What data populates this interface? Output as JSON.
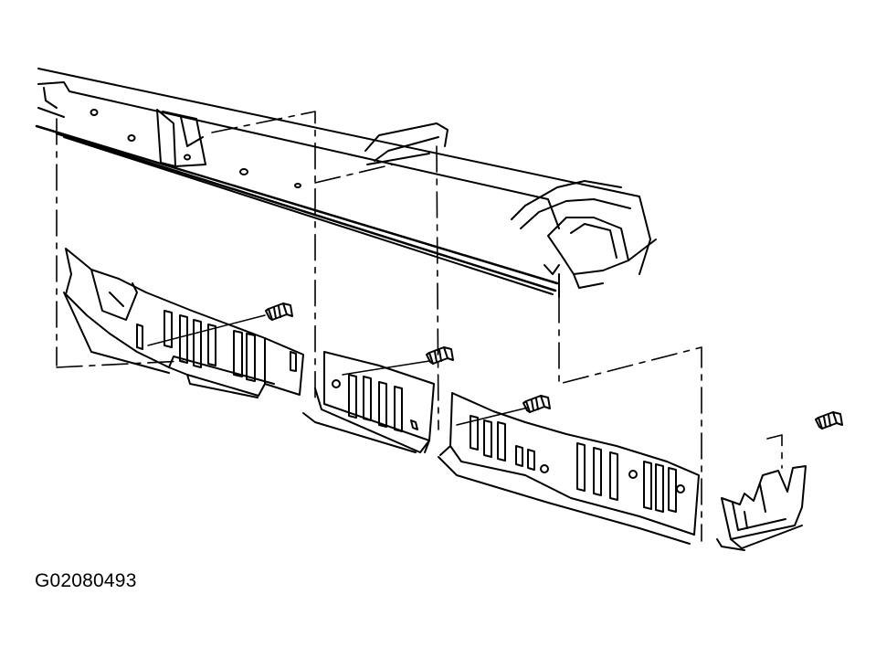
{
  "figure": {
    "id_label": "G02080493",
    "line_color": "#000000",
    "background": "#ffffff"
  },
  "parts": [
    {
      "name": "bumper-reinforcement-beam",
      "icon": "beam-icon"
    },
    {
      "name": "left-end-air-deflector",
      "icon": "deflector-icon"
    },
    {
      "name": "center-air-deflector",
      "icon": "deflector-icon"
    },
    {
      "name": "right-center-air-deflector",
      "icon": "deflector-icon"
    },
    {
      "name": "right-end-bracket",
      "icon": "bracket-icon"
    },
    {
      "name": "fastener-bolts",
      "icon": "bolt-icon"
    }
  ]
}
